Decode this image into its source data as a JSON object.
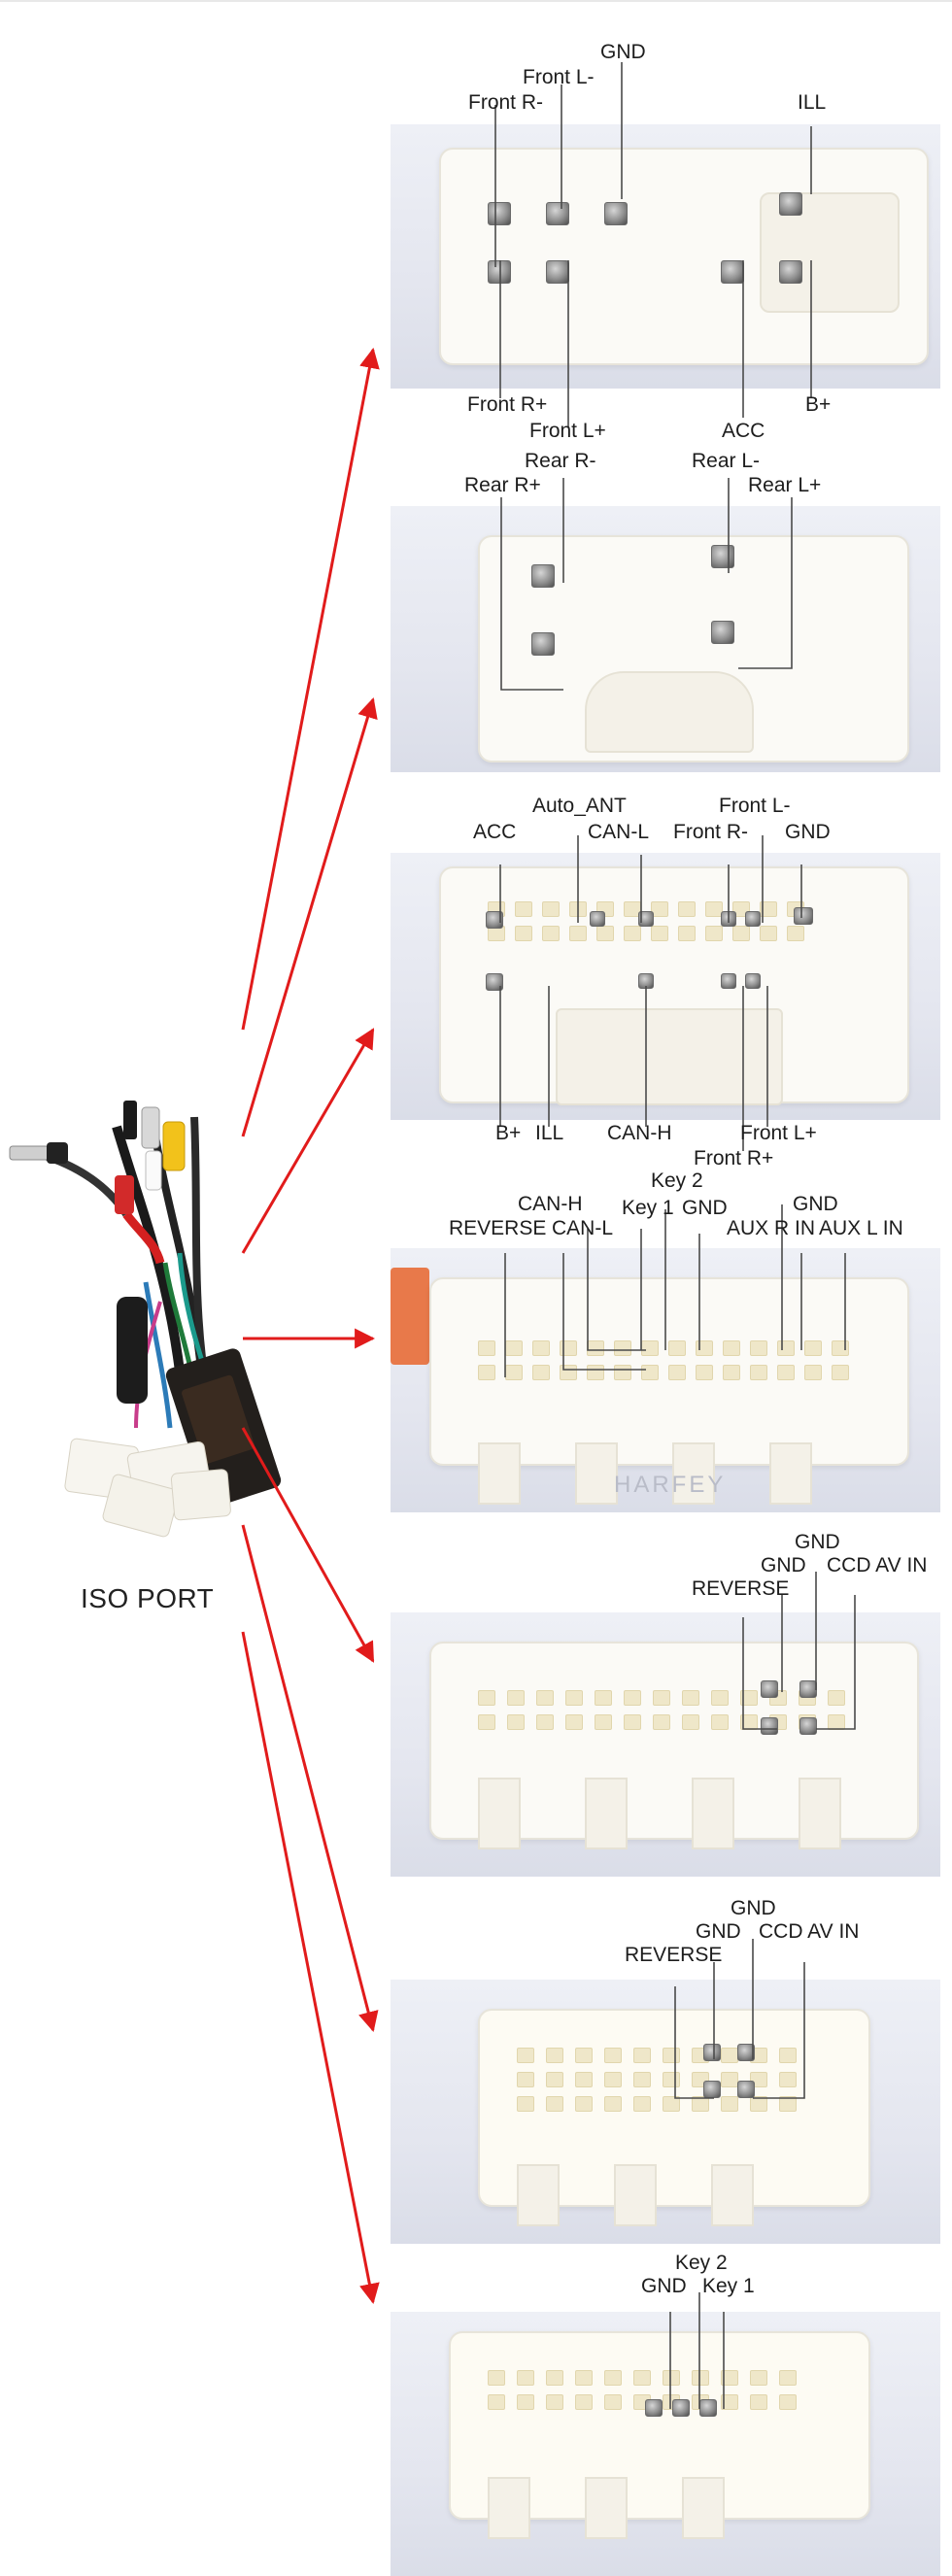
{
  "colors": {
    "arrow": "#e11b1b",
    "leader_line": "#4a4a4a",
    "connector_body": "#fbfaf6",
    "background": "#ffffff"
  },
  "iso_port": {
    "label": "ISO PORT"
  },
  "connectors": [
    {
      "name": "connector-1",
      "labels": [
        "GND",
        "Front L-",
        "Front R-",
        "ILL",
        "Front R+",
        "Front L+",
        "ACC",
        "B+"
      ]
    },
    {
      "name": "connector-2",
      "labels": [
        "Rear R-",
        "Rear R+",
        "Rear L-",
        "Rear L+"
      ]
    },
    {
      "name": "connector-3",
      "labels": [
        "Auto_ANT",
        "Front L-",
        "ACC",
        "CAN-L",
        "Front R-",
        "GND",
        "B+",
        "ILL",
        "CAN-H",
        "Front L+",
        "Front R+"
      ]
    },
    {
      "name": "connector-4",
      "labels": [
        "Key 2",
        "CAN-H",
        "GND",
        "Key 1",
        "REVERSE",
        "CAN-L",
        "GND",
        "AUX R IN",
        "AUX L IN"
      ],
      "watermark": "HARFEY"
    },
    {
      "name": "connector-5",
      "labels": [
        "GND",
        "GND",
        "CCD AV IN",
        "REVERSE"
      ]
    },
    {
      "name": "connector-6",
      "labels": [
        "GND",
        "GND",
        "CCD AV IN",
        "REVERSE"
      ]
    },
    {
      "name": "connector-7",
      "labels": [
        "Key 2",
        "GND",
        "Key 1"
      ]
    }
  ]
}
